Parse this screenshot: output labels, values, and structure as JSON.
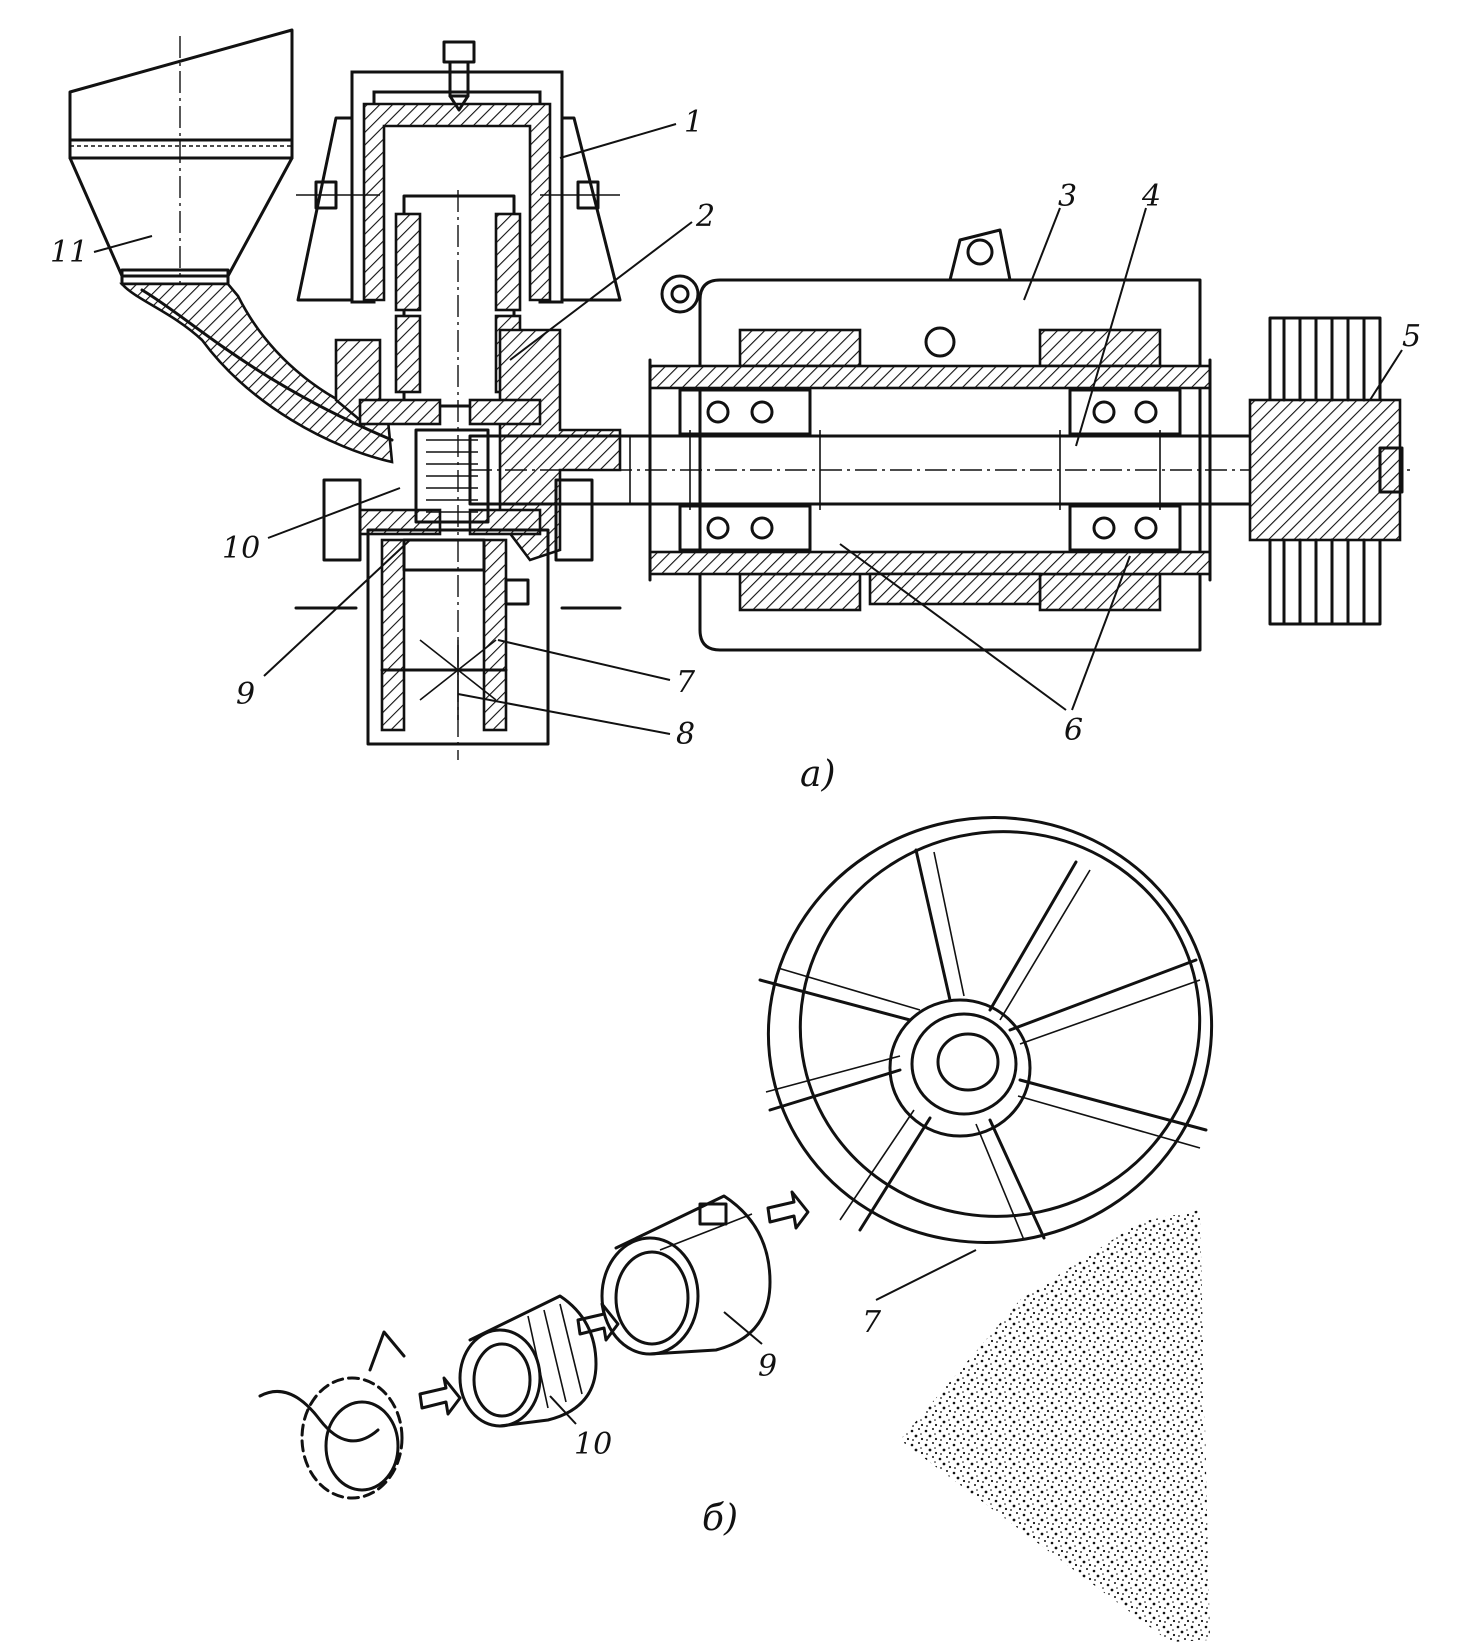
{
  "figure": {
    "labels": {
      "l1": "1",
      "l2": "2",
      "l3": "3",
      "l4": "4",
      "l5": "5",
      "l6": "6",
      "l7": "7",
      "l8": "8",
      "l9": "9",
      "l10": "10",
      "l11": "11",
      "l7b": "7",
      "l9b": "9",
      "l10b": "10"
    },
    "captions": {
      "a": "а)",
      "b": "б)"
    }
  }
}
